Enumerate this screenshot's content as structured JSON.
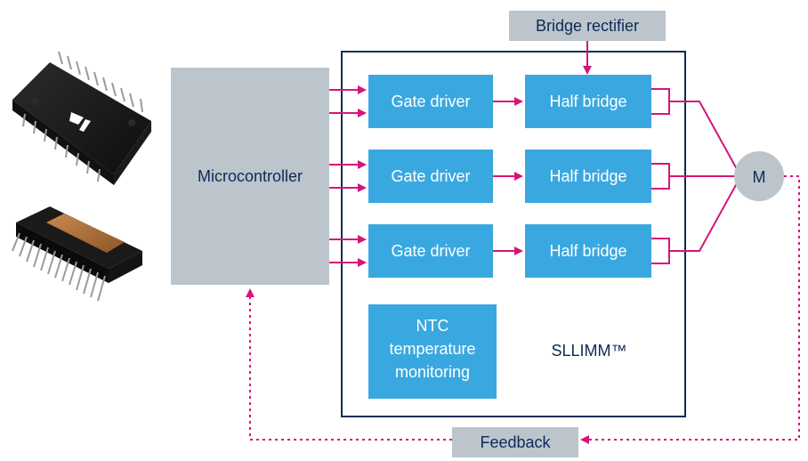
{
  "diagram": {
    "top_box": "Bridge rectifier",
    "controller": "Microcontroller",
    "gate_drivers": [
      "Gate driver",
      "Gate driver",
      "Gate driver"
    ],
    "half_bridges": [
      "Half bridge",
      "Half bridge",
      "Half bridge"
    ],
    "ntc_lines": [
      "NTC",
      "temperature",
      "monitoring"
    ],
    "module_name": "SLLIMM™",
    "motor": "M",
    "feedback": "Feedback"
  },
  "colors": {
    "accent_magenta": "#d6157a",
    "box_blue": "#3aa8e0",
    "box_gray": "#bcc5cc",
    "navy": "#0d2a56",
    "text_white": "#ffffff"
  },
  "icons": [
    "ic-package-icon",
    "ipm-package-icon"
  ]
}
